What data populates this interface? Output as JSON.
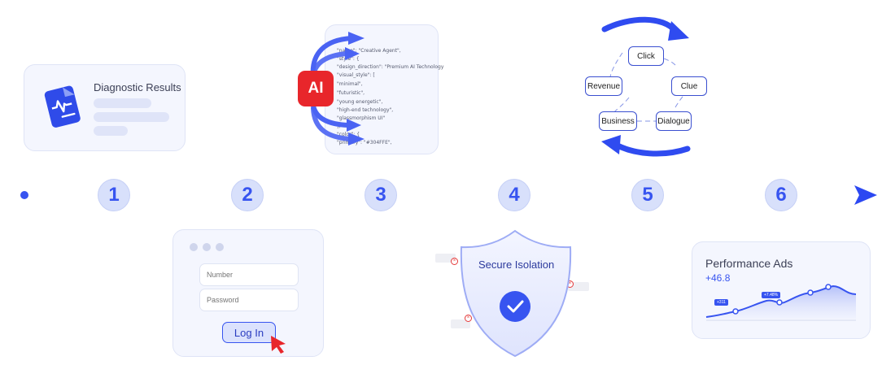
{
  "timeline": {
    "steps": [
      "1",
      "2",
      "3",
      "4",
      "5",
      "6"
    ]
  },
  "diagnostic_card": {
    "title": "Diagnostic Results",
    "icon": "medical-report-icon"
  },
  "ai_card": {
    "badge": "AI",
    "code_lines": [
      "\"name\": \"Creative Agent\",",
      "\"style\": {",
      "  \"design_direction\": \"Premium AI Technology",
      "  \"visual_style\": [",
      "    \"minimal\",",
      "    \"futuristic\",",
      "    \"young energetic\",",
      "    \"high-end technology\",",
      "    \"glassmorphism UI\"",
      "  ],",
      "  \"color\": {",
      "    \"primary\": \"#304FFE\","
    ]
  },
  "cycle": {
    "nodes": {
      "click": "Click",
      "revenue": "Revenue",
      "clue": "Clue",
      "business": "Business",
      "dialogue": "Dialogue"
    }
  },
  "login_card": {
    "number_placeholder": "Number",
    "password_placeholder": "Password",
    "login_label": "Log In"
  },
  "secure_card": {
    "title": "Secure Isolation",
    "icon": "check-icon"
  },
  "performance_card": {
    "title": "Performance Ads",
    "value": "+46.8",
    "tags": [
      "+311",
      "+7.48%"
    ]
  },
  "colors": {
    "accent": "#3754F0",
    "ai_red": "#E8262B",
    "card_bg": "#F4F6FE"
  }
}
